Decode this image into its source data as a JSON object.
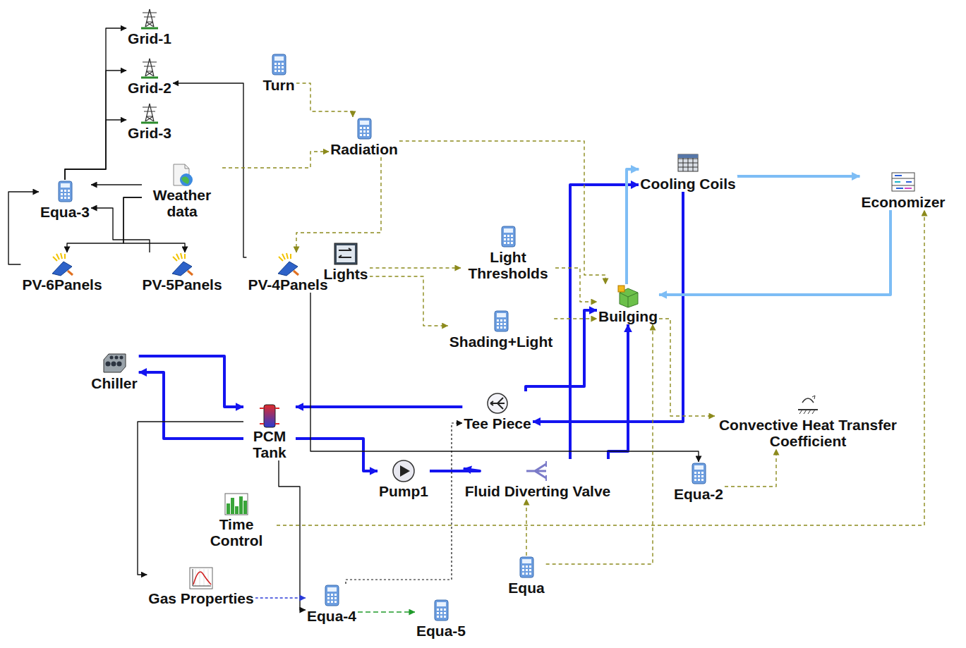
{
  "diagram": {
    "nodes": [
      {
        "text": [
          "Grid-1"
        ]
      },
      {
        "text": [
          "Grid-2"
        ]
      },
      {
        "text": [
          "Grid-3"
        ]
      },
      {
        "text": [
          "Turn"
        ]
      },
      {
        "text": [
          "Radiation"
        ]
      },
      {
        "text": [
          "Equa-3"
        ]
      },
      {
        "text": [
          "Weather data"
        ]
      },
      {
        "text": [
          "PV-6Panels"
        ]
      },
      {
        "text": [
          "PV-5Panels"
        ]
      },
      {
        "text": [
          "PV-4Panels"
        ]
      },
      {
        "text": [
          "Lights"
        ]
      },
      {
        "text": [
          "Light Thresholds"
        ]
      },
      {
        "text": [
          "Shading+Light"
        ]
      },
      {
        "text": [
          "Cooling Coils"
        ]
      },
      {
        "text": [
          "Economizer"
        ]
      },
      {
        "text": [
          "Builging"
        ]
      },
      {
        "text": [
          "Chiller"
        ]
      },
      {
        "text": [
          "PCM Tank"
        ]
      },
      {
        "text": [
          "Tee Piece"
        ]
      },
      {
        "text": [
          "Convective Heat Transfer Coefficient"
        ]
      },
      {
        "text": [
          "Pump1"
        ]
      },
      {
        "text": [
          "Fluid Diverting Valve"
        ]
      },
      {
        "text": [
          "Equa-2"
        ]
      },
      {
        "text": [
          "Time Control"
        ]
      },
      {
        "text": [
          "Gas Properties"
        ]
      },
      {
        "text": [
          "Equa-4"
        ]
      },
      {
        "text": [
          "Equa-5"
        ]
      },
      {
        "text": [
          "Equa"
        ]
      }
    ],
    "edges": [
      {
        "from": 16,
        "to": 17,
        "arrow": "to"
      },
      {
        "from": 17,
        "to": 16,
        "arrow": "to"
      },
      {
        "from": 18,
        "to": 17,
        "arrow": "to"
      },
      {
        "from": 17,
        "to": 20,
        "arrow": "to"
      },
      {
        "from": 20,
        "to": 21,
        "arrow": "to"
      },
      {
        "from": 21,
        "to": 13,
        "arrow": "to"
      },
      {
        "from": 21,
        "to": 15,
        "arrow": "to"
      },
      {
        "from": 13,
        "to": 18,
        "arrow": "to"
      },
      {
        "from": 18,
        "to": 15,
        "arrow": "to"
      },
      {
        "from": 15,
        "to": 13,
        "arrow": "to"
      },
      {
        "from": 13,
        "to": 14,
        "arrow": "to"
      },
      {
        "from": 14,
        "to": 15,
        "arrow": "to"
      },
      {
        "from": 7,
        "to": 5,
        "arrow": "to"
      },
      {
        "from": 5,
        "to": 0,
        "arrow": "to"
      },
      {
        "from": 5,
        "to": 1,
        "arrow": "to"
      },
      {
        "from": 5,
        "to": 2,
        "arrow": "to"
      },
      {
        "from": 9,
        "to": 1,
        "arrow": "to"
      },
      {
        "from": 6,
        "to": 7,
        "arrow": "to"
      },
      {
        "from": 6,
        "to": 8,
        "arrow": "to"
      },
      {
        "from": 8,
        "to": 5,
        "arrow": "to"
      },
      {
        "from": 6,
        "to": 5,
        "arrow": "to"
      },
      {
        "from": 9,
        "to": 22,
        "arrow": "to"
      },
      {
        "from": 3,
        "to": 4,
        "arrow": "to"
      },
      {
        "from": 6,
        "to": 4,
        "arrow": "to"
      },
      {
        "from": 4,
        "to": 9,
        "arrow": "to"
      },
      {
        "from": 4,
        "to": 15,
        "arrow": "to"
      },
      {
        "from": 10,
        "to": 11,
        "arrow": "to"
      },
      {
        "from": 11,
        "to": 15,
        "arrow": "to"
      },
      {
        "from": 12,
        "to": 15,
        "arrow": "to"
      },
      {
        "from": 10,
        "to": 12,
        "arrow": "to"
      },
      {
        "from": 15,
        "to": 19,
        "arrow": "to"
      },
      {
        "from": 22,
        "to": 19,
        "arrow": "to"
      },
      {
        "from": 23,
        "to": 14,
        "arrow": "to"
      },
      {
        "from": 27,
        "to": 21,
        "arrow": "to"
      },
      {
        "from": 27,
        "to": 15,
        "arrow": "to"
      },
      {
        "from": 17,
        "to": 24,
        "arrow": "to"
      },
      {
        "from": 17,
        "to": 25,
        "arrow": "to"
      },
      {
        "from": 24,
        "to": 25,
        "arrow": "to"
      },
      {
        "from": 25,
        "to": 26,
        "arrow": "to"
      },
      {
        "from": 25,
        "to": 18,
        "arrow": "to"
      }
    ]
  }
}
